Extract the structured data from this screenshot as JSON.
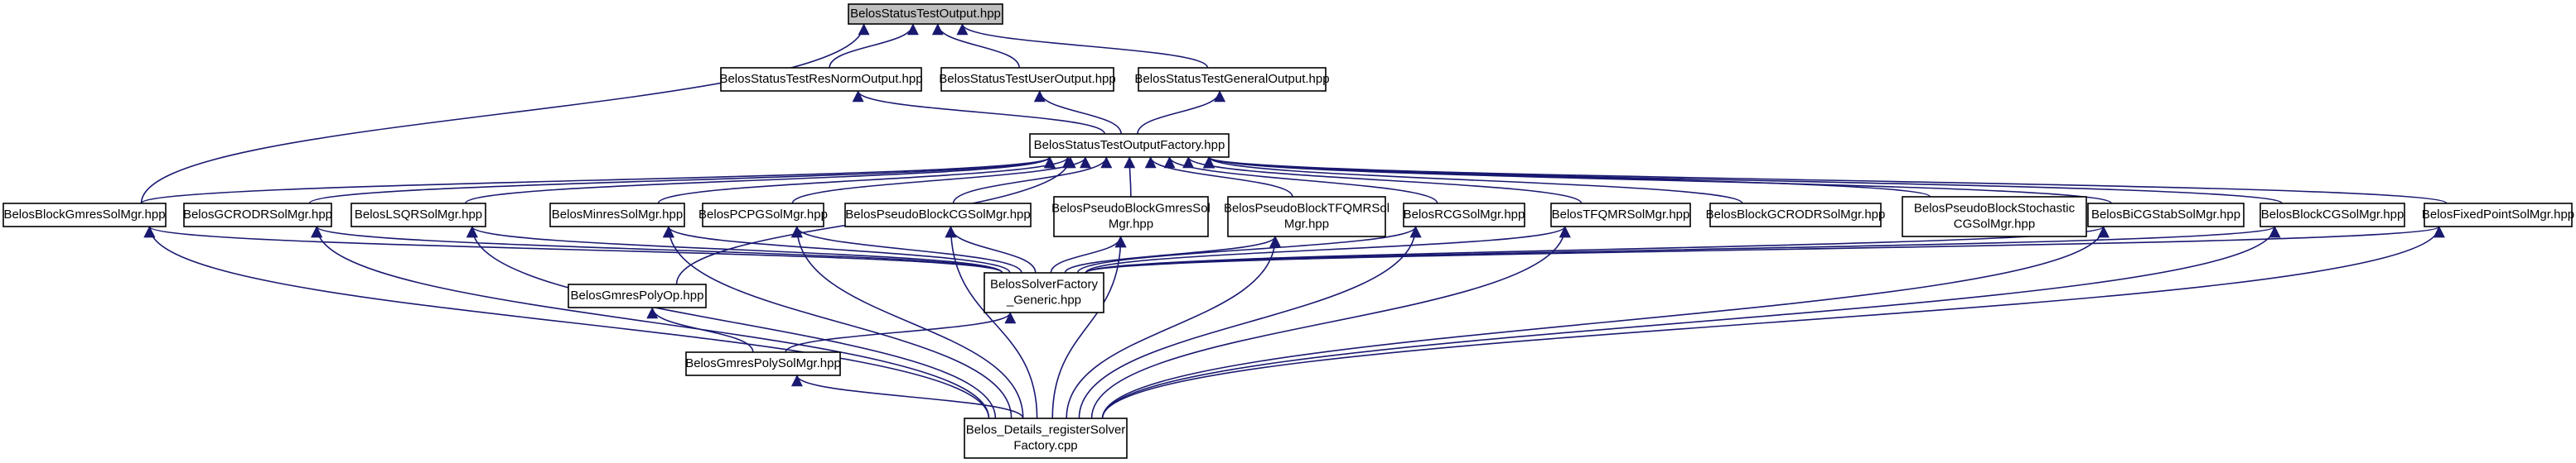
{
  "graph": {
    "nodes": [
      {
        "id": "root",
        "lines": [
          "BelosStatusTestOutput.hpp"
        ],
        "root": true
      },
      {
        "id": "resnorm",
        "lines": [
          "BelosStatusTestResNormOutput.hpp"
        ]
      },
      {
        "id": "user",
        "lines": [
          "BelosStatusTestUserOutput.hpp"
        ]
      },
      {
        "id": "general",
        "lines": [
          "BelosStatusTestGeneralOutput.hpp"
        ]
      },
      {
        "id": "factory",
        "lines": [
          "BelosStatusTestOutputFactory.hpp"
        ]
      },
      {
        "id": "blockgmres",
        "lines": [
          "BelosBlockGmresSolMgr.hpp"
        ]
      },
      {
        "id": "gcrodr",
        "lines": [
          "BelosGCRODRSolMgr.hpp"
        ]
      },
      {
        "id": "lsqr",
        "lines": [
          "BelosLSQRSolMgr.hpp"
        ]
      },
      {
        "id": "minres",
        "lines": [
          "BelosMinresSolMgr.hpp"
        ]
      },
      {
        "id": "pcpg",
        "lines": [
          "BelosPCPGSolMgr.hpp"
        ]
      },
      {
        "id": "pseudocg",
        "lines": [
          "BelosPseudoBlockCGSolMgr.hpp"
        ]
      },
      {
        "id": "pseudogmres",
        "lines": [
          "BelosPseudoBlockGmresSol",
          "Mgr.hpp"
        ]
      },
      {
        "id": "pseudotfqmr",
        "lines": [
          "BelosPseudoBlockTFQMRSol",
          "Mgr.hpp"
        ]
      },
      {
        "id": "rcg",
        "lines": [
          "BelosRCGSolMgr.hpp"
        ]
      },
      {
        "id": "tfqmr",
        "lines": [
          "BelosTFQMRSolMgr.hpp"
        ]
      },
      {
        "id": "blockgcrodr",
        "lines": [
          "BelosBlockGCRODRSolMgr.hpp"
        ]
      },
      {
        "id": "pseudostoch",
        "lines": [
          "BelosPseudoBlockStochastic",
          "CGSolMgr.hpp"
        ]
      },
      {
        "id": "bicgstab",
        "lines": [
          "BelosBiCGStabSolMgr.hpp"
        ]
      },
      {
        "id": "blockcg",
        "lines": [
          "BelosBlockCGSolMgr.hpp"
        ]
      },
      {
        "id": "fixedpoint",
        "lines": [
          "BelosFixedPointSolMgr.hpp"
        ]
      },
      {
        "id": "gmrespolyop",
        "lines": [
          "BelosGmresPolyOp.hpp"
        ]
      },
      {
        "id": "solverfactory",
        "lines": [
          "BelosSolverFactory",
          "_Generic.hpp"
        ]
      },
      {
        "id": "gmrespoly",
        "lines": [
          "BelosGmresPolySolMgr.hpp"
        ]
      },
      {
        "id": "register",
        "lines": [
          "Belos_Details_registerSolver",
          "Factory.cpp"
        ]
      }
    ],
    "edges": [
      [
        "resnorm",
        "root"
      ],
      [
        "user",
        "root"
      ],
      [
        "general",
        "root"
      ],
      [
        "blockgmres",
        "root"
      ],
      [
        "factory",
        "resnorm"
      ],
      [
        "factory",
        "user"
      ],
      [
        "factory",
        "general"
      ],
      [
        "blockgmres",
        "factory"
      ],
      [
        "gcrodr",
        "factory"
      ],
      [
        "lsqr",
        "factory"
      ],
      [
        "minres",
        "factory"
      ],
      [
        "pcpg",
        "factory"
      ],
      [
        "pseudocg",
        "factory"
      ],
      [
        "pseudogmres",
        "factory"
      ],
      [
        "pseudotfqmr",
        "factory"
      ],
      [
        "rcg",
        "factory"
      ],
      [
        "tfqmr",
        "factory"
      ],
      [
        "blockgcrodr",
        "factory"
      ],
      [
        "pseudostoch",
        "factory"
      ],
      [
        "bicgstab",
        "factory"
      ],
      [
        "blockcg",
        "factory"
      ],
      [
        "fixedpoint",
        "factory"
      ],
      [
        "gmrespolyop",
        "factory"
      ],
      [
        "solverfactory",
        "blockgmres"
      ],
      [
        "solverfactory",
        "gcrodr"
      ],
      [
        "solverfactory",
        "lsqr"
      ],
      [
        "solverfactory",
        "minres"
      ],
      [
        "solverfactory",
        "pcpg"
      ],
      [
        "solverfactory",
        "pseudocg"
      ],
      [
        "solverfactory",
        "pseudogmres"
      ],
      [
        "solverfactory",
        "pseudotfqmr"
      ],
      [
        "solverfactory",
        "rcg"
      ],
      [
        "solverfactory",
        "tfqmr"
      ],
      [
        "solverfactory",
        "bicgstab"
      ],
      [
        "solverfactory",
        "blockcg"
      ],
      [
        "solverfactory",
        "fixedpoint"
      ],
      [
        "gmrespoly",
        "gmrespolyop"
      ],
      [
        "gmrespoly",
        "solverfactory"
      ],
      [
        "register",
        "blockgmres"
      ],
      [
        "register",
        "gcrodr"
      ],
      [
        "register",
        "lsqr"
      ],
      [
        "register",
        "minres"
      ],
      [
        "register",
        "pcpg"
      ],
      [
        "register",
        "pseudocg"
      ],
      [
        "register",
        "pseudogmres"
      ],
      [
        "register",
        "pseudotfqmr"
      ],
      [
        "register",
        "rcg"
      ],
      [
        "register",
        "tfqmr"
      ],
      [
        "register",
        "bicgstab"
      ],
      [
        "register",
        "blockcg"
      ],
      [
        "register",
        "fixedpoint"
      ],
      [
        "register",
        "gmrespoly"
      ]
    ]
  }
}
